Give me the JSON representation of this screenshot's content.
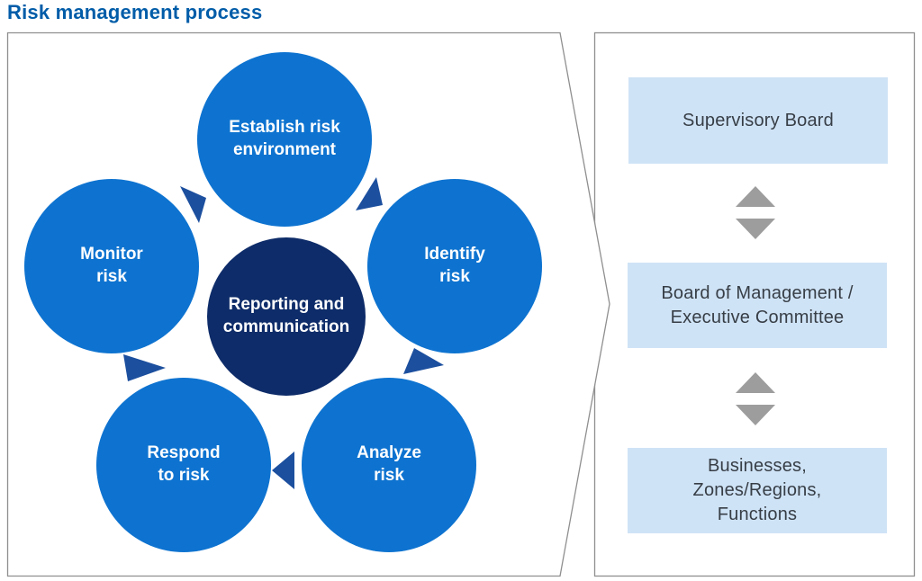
{
  "title": "Risk management process",
  "colors": {
    "title_blue": "#005ca8",
    "step_circle_blue": "#0e73d0",
    "hub_circle_navy": "#0e2c69",
    "flow_arrow_blue": "#1c4f9e",
    "governance_box_blue": "#cfe3f6",
    "governance_text_gray": "#373e46",
    "updown_arrow_gray": "#9d9d9d",
    "frame_border_gray": "#8f8f8f"
  },
  "process": {
    "hub": {
      "label": "Reporting and\ncommunication"
    },
    "steps": [
      {
        "label": "Establish risk\nenvironment"
      },
      {
        "label": "Identify\nrisk"
      },
      {
        "label": "Analyze\nrisk"
      },
      {
        "label": "Respond\nto risk"
      },
      {
        "label": "Monitor\nrisk"
      }
    ]
  },
  "governance": {
    "levels": [
      {
        "label": "Supervisory Board"
      },
      {
        "label": "Board of Management /\nExecutive Committee"
      },
      {
        "label": "Businesses,\nZones/Regions,\nFunctions"
      }
    ]
  }
}
